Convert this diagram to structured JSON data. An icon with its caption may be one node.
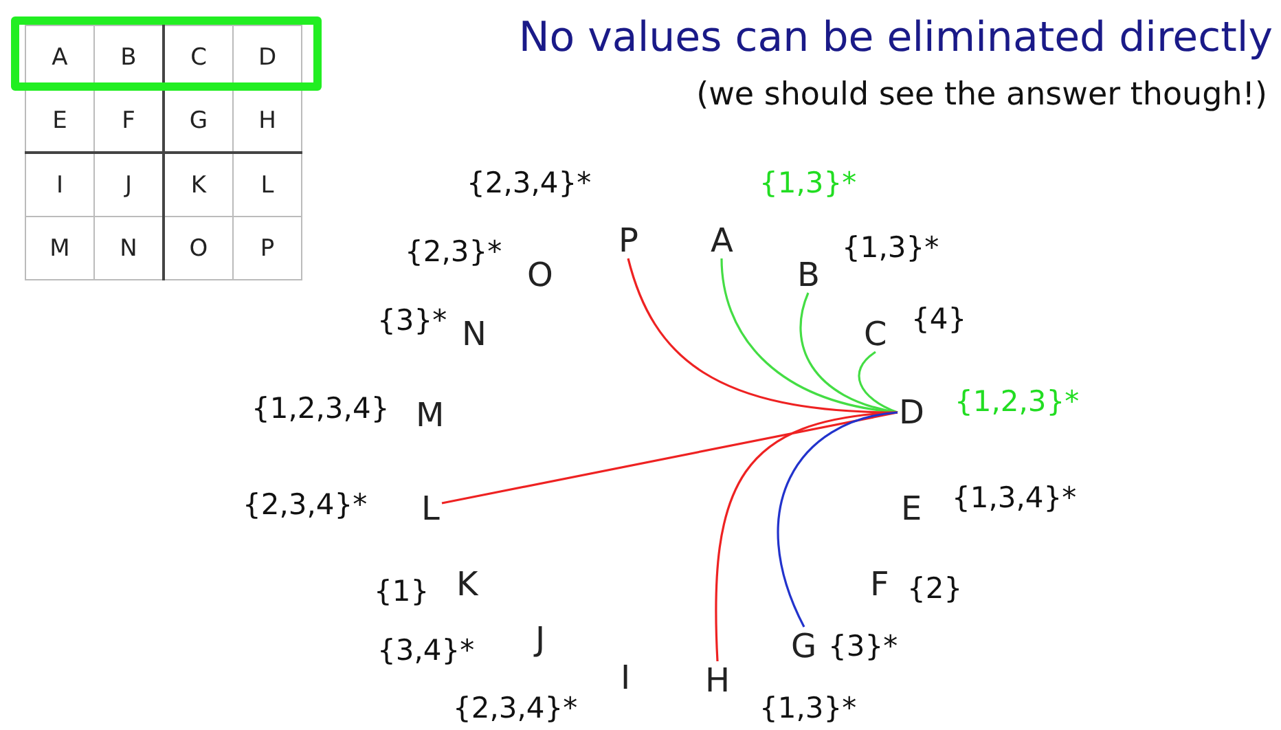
{
  "diagram": {
    "title": "No values can be eliminated directly",
    "nodes": [
      {
        "text": [
          "A"
        ],
        "beside": [
          "{1,3}*"
        ]
      },
      {
        "text": [
          "B"
        ],
        "beside": [
          "{1,3}*"
        ]
      },
      {
        "text": [
          "C"
        ],
        "beside": [
          "{4}"
        ]
      },
      {
        "text": [
          "D"
        ],
        "beside": [
          "{1,2,3}*"
        ]
      },
      {
        "text": [
          "E"
        ],
        "beside": [
          "{1,3,4}*"
        ]
      },
      {
        "text": [
          "F"
        ],
        "beside": [
          "{2}"
        ]
      },
      {
        "text": [
          "G"
        ],
        "beside": [
          "{3}*"
        ]
      },
      {
        "text": [
          "H"
        ],
        "beside": [
          "{1,3}*"
        ]
      },
      {
        "text": [
          "I"
        ],
        "beside": [
          "{2,3,4}*"
        ]
      },
      {
        "text": [
          "J"
        ],
        "beside": [
          "{3,4}*"
        ]
      },
      {
        "text": [
          "K"
        ],
        "beside": [
          "{1}"
        ]
      },
      {
        "text": [
          "L"
        ],
        "beside": [
          "{2,3,4}*"
        ]
      },
      {
        "text": [
          "M"
        ],
        "beside": [
          "{1,2,3,4}"
        ]
      },
      {
        "text": [
          "N"
        ],
        "beside": [
          "{3}*"
        ]
      },
      {
        "text": [
          "O"
        ],
        "beside": [
          "{2,3}*"
        ]
      },
      {
        "text": [
          "P"
        ],
        "beside": [
          "{2,3,4}*"
        ]
      }
    ],
    "edges": [
      {
        "from": 3,
        "to": 0,
        "arrow": "none",
        "color": "#44dd44"
      },
      {
        "from": 3,
        "to": 1,
        "arrow": "none",
        "color": "#44dd44"
      },
      {
        "from": 3,
        "to": 2,
        "arrow": "none",
        "color": "#44dd44"
      },
      {
        "from": 3,
        "to": 15,
        "arrow": "none",
        "color": "#ee2222"
      },
      {
        "from": 3,
        "to": 11,
        "arrow": "none",
        "color": "#ee2222"
      },
      {
        "from": 3,
        "to": 7,
        "arrow": "none",
        "color": "#ee2222"
      },
      {
        "from": 3,
        "to": 6,
        "arrow": "none",
        "color": "#2233cc"
      }
    ],
    "labels": [
      "A",
      "B",
      "C",
      "D",
      "E",
      "F",
      "G",
      "H",
      "I",
      "J",
      "K",
      "L",
      "M",
      "N",
      "O",
      "P",
      "(we should see the answer though!)"
    ]
  }
}
